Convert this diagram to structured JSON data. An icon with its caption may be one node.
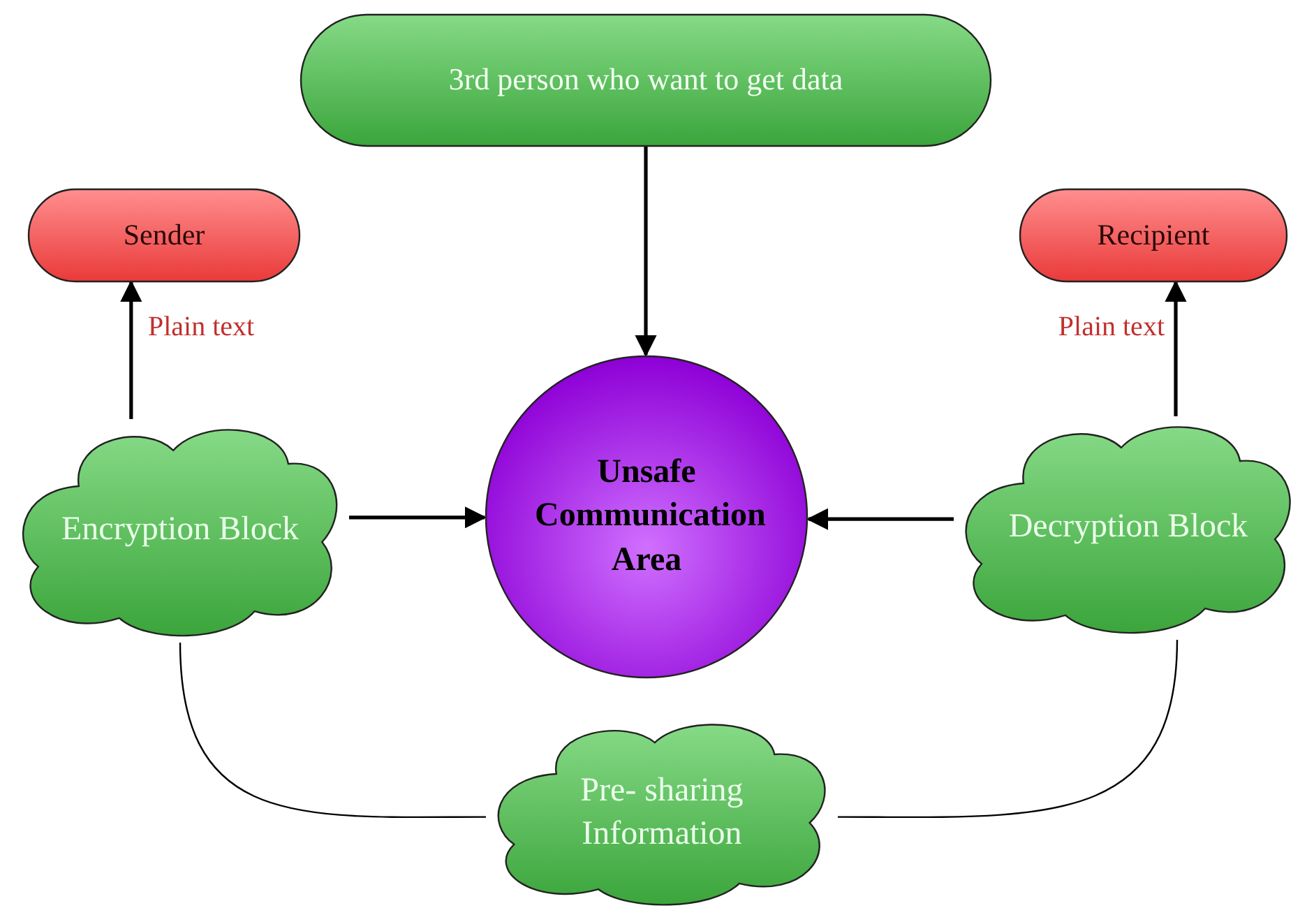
{
  "diagram": {
    "nodes": [
      {
        "text": [
          "3rd person who want to get data"
        ]
      },
      {
        "text": [
          "Sender"
        ]
      },
      {
        "text": [
          "Recipient"
        ]
      },
      {
        "text": [
          "Encryption Block"
        ]
      },
      {
        "text": [
          "Unsafe Communication Area"
        ]
      },
      {
        "text": [
          "Decryption Block"
        ]
      },
      {
        "text": [
          "Pre- sharing Information"
        ]
      }
    ],
    "edges": [
      {
        "from": 0,
        "to": 4,
        "arrow": "to"
      },
      {
        "from": 3,
        "to": 1,
        "arrow": "to",
        "label": "Plain text"
      },
      {
        "from": 5,
        "to": 2,
        "arrow": "to",
        "label": "Plain text"
      },
      {
        "from": 3,
        "to": 4,
        "arrow": "to"
      },
      {
        "from": 5,
        "to": 4,
        "arrow": "to"
      },
      {
        "from": 3,
        "to": 6,
        "arrow": "none"
      },
      {
        "from": 5,
        "to": 6,
        "arrow": "none"
      }
    ]
  }
}
